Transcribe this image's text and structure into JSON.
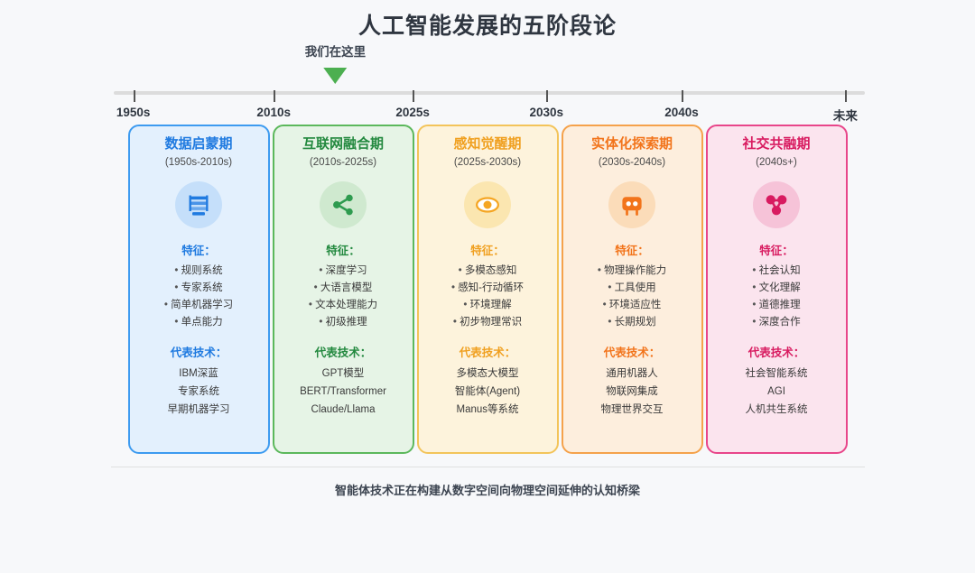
{
  "header": {
    "title": "人工智能发展的五阶段论"
  },
  "timeline": {
    "marker": {
      "label": "我们在这里",
      "position_pct": 29.5,
      "color": "#4caf50",
      "icon": "down-triangle-marker"
    },
    "ticks": [
      {
        "label": "1950s",
        "position_pct": 2.6
      },
      {
        "label": "2010s",
        "position_pct": 21.3
      },
      {
        "label": "2025s",
        "position_pct": 39.8
      },
      {
        "label": "2030s",
        "position_pct": 57.6
      },
      {
        "label": "2040s",
        "position_pct": 75.6
      },
      {
        "label": "未来",
        "position_pct": 97.4
      }
    ]
  },
  "stages": [
    {
      "title": "数据启蒙期",
      "period": "(1950s-2010s)",
      "icon": "database-icon",
      "accent": "#1f7ae0",
      "title_color": "#1f7ae0",
      "bg": "#e3f0fd",
      "border": "#3d9bf0",
      "icon_bg": "#c5dffa",
      "features_label": "特征：",
      "features": [
        "规则系统",
        "专家系统",
        "简单机器学习",
        "单点能力"
      ],
      "tech_label": "代表技术：",
      "tech": [
        "IBM深蓝",
        "专家系统",
        "早期机器学习"
      ]
    },
    {
      "title": "互联网融合期",
      "period": "(2010s-2025s)",
      "icon": "share-nodes-icon",
      "accent": "#2e9b4f",
      "title_color": "#23893f",
      "bg": "#e6f4e6",
      "border": "#5cb85c",
      "icon_bg": "#cfe9cf",
      "features_label": "特征：",
      "features": [
        "深度学习",
        "大语言模型",
        "文本处理能力",
        "初级推理"
      ],
      "tech_label": "代表技术：",
      "tech": [
        "GPT模型",
        "BERT/Transformer",
        "Claude/Llama"
      ]
    },
    {
      "title": "感知觉醒期",
      "period": "(2025s-2030s)",
      "icon": "eye-icon",
      "accent": "#f5a623",
      "title_color": "#f0a020",
      "bg": "#fdf3dc",
      "border": "#f3c45a",
      "icon_bg": "#fbe6b0",
      "features_label": "特征：",
      "features": [
        "多模态感知",
        "感知-行动循环",
        "环境理解",
        "初步物理常识"
      ],
      "tech_label": "代表技术：",
      "tech": [
        "多模态大模型",
        "智能体(Agent)",
        "Manus等系统"
      ]
    },
    {
      "title": "实体化探索期",
      "period": "(2030s-2040s)",
      "icon": "robot-icon",
      "accent": "#f2741b",
      "title_color": "#f2741b",
      "bg": "#fdeedd",
      "border": "#f5a24b",
      "icon_bg": "#fbdcb9",
      "features_label": "特征：",
      "features": [
        "物理操作能力",
        "工具使用",
        "环境适应性",
        "长期规划"
      ],
      "tech_label": "代表技术：",
      "tech": [
        "通用机器人",
        "物联网集成",
        "物理世界交互"
      ]
    },
    {
      "title": "社交共融期",
      "period": "(2040s+)",
      "icon": "molecule-nodes-icon",
      "accent": "#d81b60",
      "title_color": "#d81b60",
      "bg": "#fbe4ee",
      "border": "#e8468a",
      "icon_bg": "#f6c3d8",
      "features_label": "特征：",
      "features": [
        "社会认知",
        "文化理解",
        "道德推理",
        "深度合作"
      ],
      "tech_label": "代表技术：",
      "tech": [
        "社会智能系统",
        "AGI",
        "人机共生系统"
      ]
    }
  ],
  "footer": {
    "text": "智能体技术正在构建从数字空间向物理空间延伸的认知桥梁"
  }
}
